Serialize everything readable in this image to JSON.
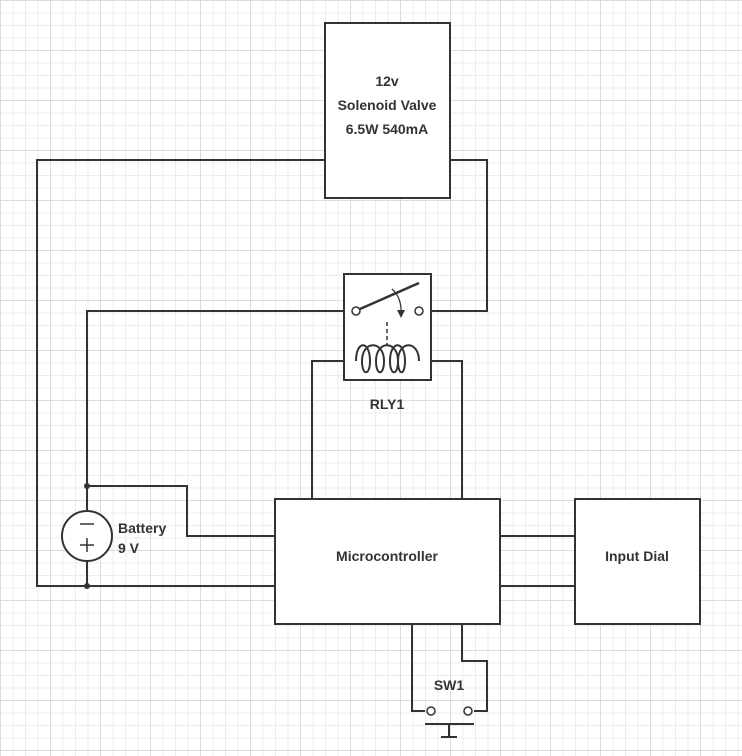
{
  "solenoid": {
    "line1": "12v",
    "line2": "Solenoid Valve",
    "line3": "6.5W 540mA"
  },
  "relay": {
    "label": "RLY1"
  },
  "battery": {
    "line1": "Battery",
    "line2": "9 V"
  },
  "microcontroller": {
    "label": "Microcontroller"
  },
  "input_dial": {
    "label": "Input Dial"
  },
  "switch": {
    "label": "SW1"
  },
  "colors": {
    "wire": "#333333",
    "grid_major": "#dcdcdc",
    "grid_minor": "#ececec"
  }
}
